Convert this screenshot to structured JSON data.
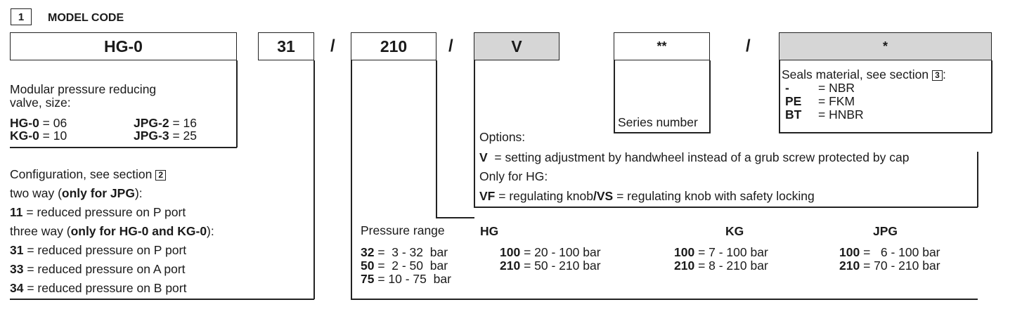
{
  "header": {
    "section_num": "1",
    "title": "MODEL CODE"
  },
  "codes": {
    "model": "HG-0",
    "config": "31",
    "pressure": "210",
    "option": "V",
    "series": "**",
    "seals": "*",
    "slash": "/"
  },
  "model_desc": {
    "l1": "Modular pressure reducing",
    "l2": "valve, size:",
    "rows": [
      {
        "code": "HG-0",
        "val": " = 06",
        "code2": "JPG-2",
        "val2": " = 16"
      },
      {
        "code": "KG-0",
        "val": " = 10",
        "code2": "JPG-3",
        "val2": " = 25"
      }
    ]
  },
  "config_desc": {
    "title": "Configuration, see section",
    "title_ref": "2",
    "two_way_pre": "two way (",
    "two_way_b": "only for JPG",
    "two_way_post": "):",
    "l11_code": "11",
    "l11_txt": " = reduced pressure on P port",
    "three_way_pre": "three way (",
    "three_way_b": "only for HG-0 and KG-0",
    "three_way_post": "):",
    "l31_code": "31",
    "l31_txt": " = reduced pressure on P port",
    "l33_code": "33",
    "l33_txt": " = reduced pressure on A port",
    "l34_code": "34",
    "l34_txt": " = reduced pressure on B port"
  },
  "series_desc": "Series number",
  "seals_desc": {
    "title": "Seals material, see section",
    "title_ref": "3",
    "title_end": ":",
    "rows": [
      {
        "code": "-",
        "val": "= NBR"
      },
      {
        "code": "PE",
        "val": "= FKM"
      },
      {
        "code": "BT",
        "val": "= HNBR"
      }
    ]
  },
  "options_desc": {
    "title": "Options:",
    "v_code": "V",
    "v_txt": "  = setting adjustment by handwheel instead of a grub screw protected by cap",
    "only_hg": "Only for HG:",
    "vf_code": "VF",
    "vf_txt": " = regulating knob",
    "vs_code": "/VS",
    "vs_txt": " = regulating knob with safety locking"
  },
  "pressure_desc": {
    "title": "Pressure range",
    "hg_label": "HG",
    "kg_label": "KG",
    "jpg_label": "JPG",
    "hg_col1": [
      {
        "code": "32",
        "val": " =  3 - 32  bar"
      },
      {
        "code": "50",
        "val": " =  2 - 50  bar"
      },
      {
        "code": "75",
        "val": " = 10 - 75  bar"
      }
    ],
    "hg_col2": [
      {
        "code": "100",
        "val": " = 20 - 100 bar"
      },
      {
        "code": "210",
        "val": " = 50 - 210 bar"
      }
    ],
    "kg": [
      {
        "code": "100",
        "val": " = 7 - 100 bar"
      },
      {
        "code": "210",
        "val": " = 8 - 210 bar"
      }
    ],
    "jpg": [
      {
        "code": "100",
        "val": " =   6 - 100 bar"
      },
      {
        "code": "210",
        "val": " = 70 - 210 bar"
      }
    ]
  }
}
